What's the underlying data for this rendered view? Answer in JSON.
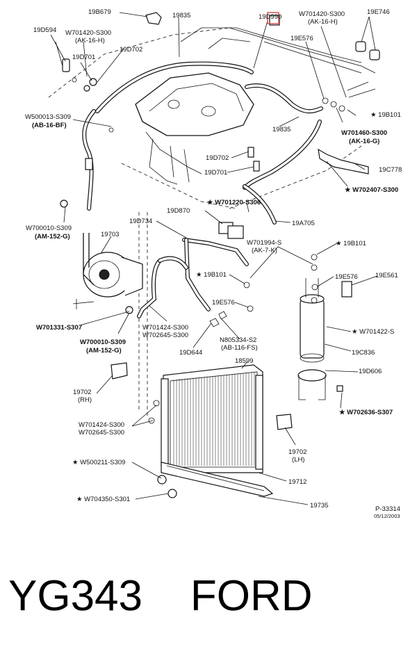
{
  "labels": {
    "l_19b679": "19B679",
    "l_19835_top": "19835",
    "l_19d594": "19D594",
    "l_w701420_a": "W701420-S300",
    "l_ak16h_a": "(AK-16-H)",
    "l_19d701_a": "19D701",
    "l_19d702_a": "19D702",
    "l_19d990": "19D990",
    "l_w701420_b": "W701420-S300",
    "l_ak16h_b": "(AK-16-H)",
    "l_19e746": "19E746",
    "l_19e576_a": "19E576",
    "l_w500013": "W500013-S309",
    "l_ab16bf": "(AB-16-BF)",
    "l_19b101_a": "★ 19B101",
    "l_19835_mid": "19835",
    "l_w701460": "W701460-S300",
    "l_ak16g": "(AK-16-G)",
    "l_19d702_b": "19D702",
    "l_19d701_b": "19D701",
    "l_19c778": "19C778",
    "l_w702407": "★ W702407-S300",
    "l_w701220": "★ W701220-S306",
    "l_w700010_a": "W700010-S309",
    "l_am152g_a": "(AM-152-G)",
    "l_19d870": "19D870",
    "l_19d734": "19D734",
    "l_19a705": "19A705",
    "l_19703": "19703",
    "l_w701994": "W701994-S",
    "l_ak7k": "(AK-7-K)",
    "l_19b101_b": "★ 19B101",
    "l_19b101_c": "★ 19B101",
    "l_19e576_b": "19E576",
    "l_19e561": "19E561",
    "l_19e576_c": "19E576",
    "l_w701331": "W701331-S307",
    "l_w700010_b": "W700010-S309",
    "l_am152g_b": "(AM-152-G)",
    "l_w701424_a": "W701424-S300",
    "l_w702645_a": "W702645-S300",
    "l_n805334": "N805334-S2",
    "l_ab116fs": "(AB-116-FS)",
    "l_w701422": "★ W701422-S",
    "l_19d644": "19D644",
    "l_19c836": "19C836",
    "l_18599": "18599",
    "l_19d606": "19D606",
    "l_19702_rh": "19702",
    "l_rh": "(RH)",
    "l_w702636": "★ W702636-S307",
    "l_w701424_b": "W701424-S300",
    "l_w702645_b": "W702645-S300",
    "l_19702_lh": "19702",
    "l_lh": "(LH)",
    "l_w500211": "★ W500211-S309",
    "l_19712": "19712",
    "l_w704350": "★ W704350-S301",
    "l_19735": "19735",
    "l_p33314": "P-33314",
    "l_date": "05/12/2003"
  },
  "caption": "YG343    FORD",
  "colors": {
    "ink": "#111111",
    "background": "#ffffff",
    "highlight_box": "#d9534f"
  }
}
